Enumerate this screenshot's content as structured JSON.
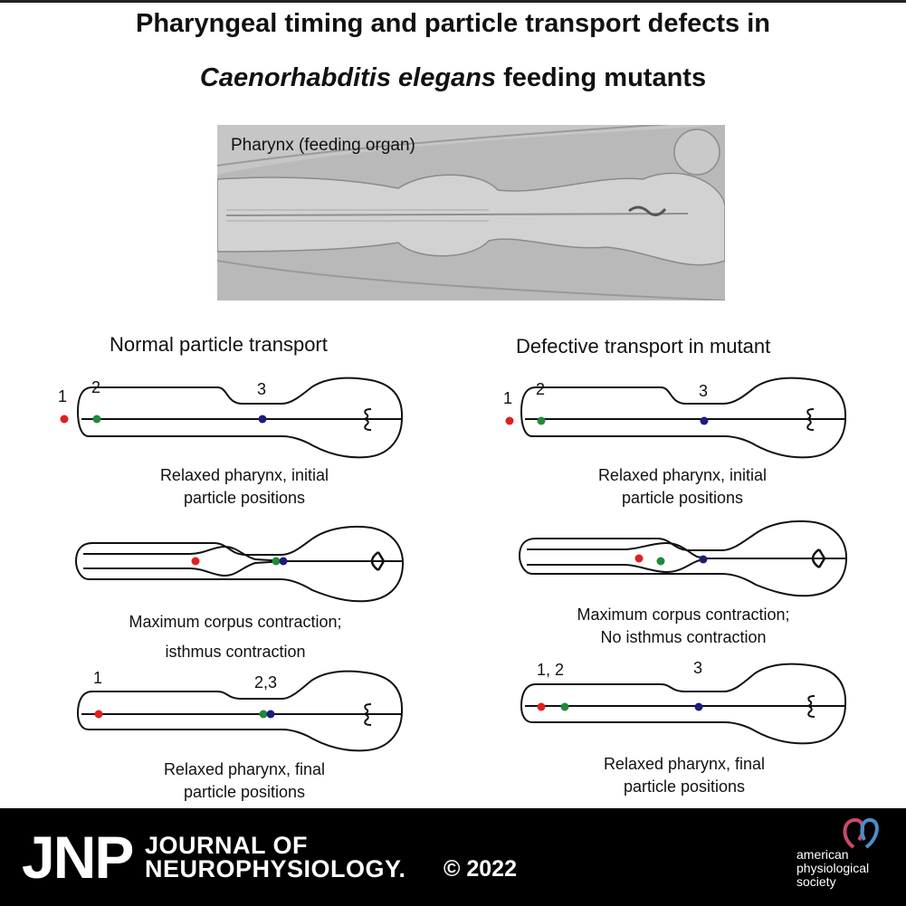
{
  "title_line1": "Pharyngeal timing and particle transport defects in",
  "title_line2_italic": "Caenorhabditis elegans",
  "title_line2_rest": " feeding mutants",
  "photo_label": "Pharynx (feeding organ)",
  "left_column": {
    "heading": "Normal particle transport",
    "panel1": {
      "labels": [
        "1",
        "2",
        "3"
      ],
      "caption": [
        "Relaxed pharynx, initial",
        "particle positions"
      ]
    },
    "panel2": {
      "caption": [
        "Maximum corpus contraction;",
        "isthmus contraction"
      ]
    },
    "panel3": {
      "labels": [
        "1",
        "2,3"
      ],
      "caption": [
        "Relaxed pharynx, final",
        "particle positions"
      ]
    }
  },
  "right_column": {
    "heading": "Defective transport in mutant",
    "panel1": {
      "labels": [
        "1",
        "2",
        "3"
      ],
      "caption": [
        "Relaxed pharynx, initial",
        "particle positions"
      ]
    },
    "panel2": {
      "caption": [
        "Maximum corpus contraction;",
        "No isthmus contraction"
      ]
    },
    "panel3": {
      "labels": [
        "1, 2",
        "3"
      ],
      "caption": [
        "Relaxed pharynx, final",
        "particle positions"
      ]
    }
  },
  "particle_colors": {
    "particle1": "#e02020",
    "particle2": "#1e8a3a",
    "particle3": "#1c1c7a"
  },
  "footer": {
    "jnp": "JNP",
    "journal_line1": "JOURNAL OF",
    "journal_line2": "NEUROPHYSIOLOGY.",
    "copyright": "© 2022",
    "publisher_line1": "american",
    "publisher_line2": "physiological",
    "publisher_line3": "society"
  }
}
